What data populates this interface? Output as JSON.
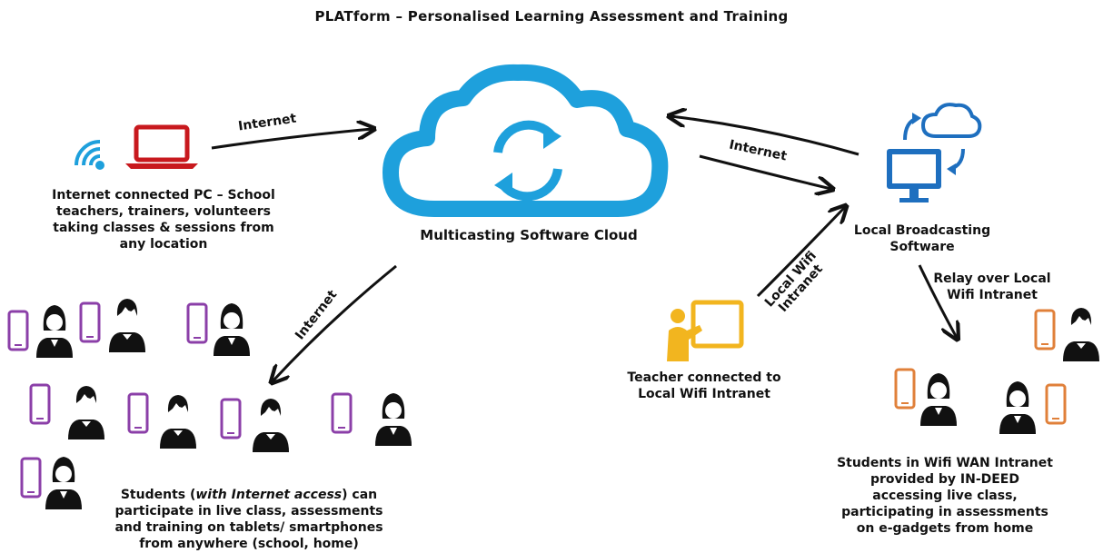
{
  "title": "PLATform – Personalised Learning Assessment and Training",
  "cloud": {
    "label": "Multicasting Software Cloud",
    "icon": "cloud-sync-icon"
  },
  "internet_pc": {
    "label_lines": [
      "Internet connected PC – School",
      "teachers, trainers, volunteers",
      "taking classes & sessions from",
      "any location"
    ],
    "icons": [
      "wifi-icon",
      "laptop-icon"
    ]
  },
  "local_broadcast": {
    "label_lines": [
      "Local Broadcasting",
      "Software"
    ],
    "icon": "monitor-cloud-sync-icon"
  },
  "teacher": {
    "label_lines": [
      "Teacher connected to",
      "Local Wifi Intranet"
    ],
    "icon": "teacher-board-icon"
  },
  "arrows": {
    "internet_pc_to_cloud": "Internet",
    "cloud_local": "Internet",
    "cloud_to_students": "Internet",
    "teacher_to_local": [
      "Local Wifi",
      "Intranet"
    ],
    "local_to_wifi_students": [
      "Relay over Local",
      "Wifi Intranet"
    ]
  },
  "students_internet": {
    "label_pre": "Students (",
    "label_em": "with Internet access",
    "label_post": ") can",
    "label_lines": [
      "participate in live class, assessments",
      "and training on tablets/ smartphones",
      "from anywhere (school, home)"
    ]
  },
  "students_wifi": {
    "label_lines": [
      "Students in Wifi WAN Intranet",
      "provided by IN-DEED",
      "accessing live class,",
      "participating in assessments",
      "on e-gadgets from home"
    ]
  },
  "colors": {
    "cloud": "#1ea0dc",
    "laptop": "#c8191e",
    "wifi": "#1ea0dc",
    "monitor": "#1e6fbf",
    "teacher": "#f2b51f",
    "phone_internet": "#8b3fa8",
    "phone_wifi": "#e0803a"
  }
}
